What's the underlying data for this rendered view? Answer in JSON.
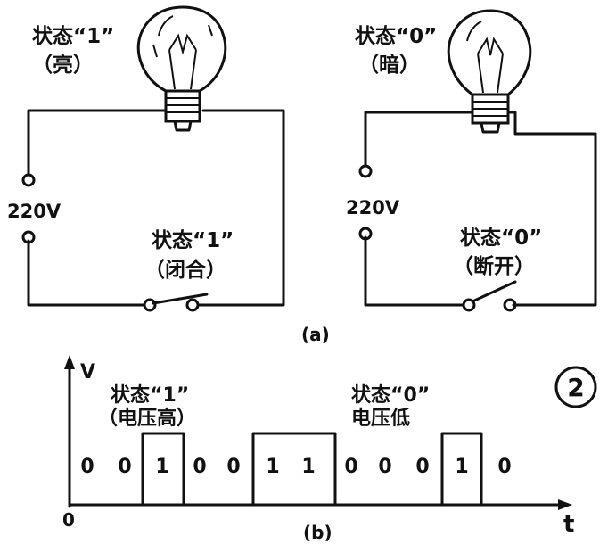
{
  "colors": {
    "ink": "#111111",
    "background": "#ffffff"
  },
  "circuit_left": {
    "lamp_state": "状态“1”",
    "lamp_desc": "（亮）",
    "voltage": "220V",
    "switch_state": "状态“1”",
    "switch_desc": "（闭合）"
  },
  "circuit_right": {
    "lamp_state": "状态“0”",
    "lamp_desc": "（暗）",
    "voltage": "220V",
    "switch_state": "状态“0”",
    "switch_desc": "（断开）"
  },
  "caption_a": "(a)",
  "caption_b": "(b)",
  "figure_number": "2",
  "waveform": {
    "y_axis_label": "V",
    "x_axis_label": "t",
    "origin_label": "0",
    "high_note_state": "状态“1”",
    "high_note_desc": "（电压高）",
    "low_note_state": "状态“0”",
    "low_note_desc": "电压低",
    "bits": [
      "0",
      "0",
      "1",
      "0",
      "0",
      "1",
      "1",
      "0",
      "0",
      "0",
      "1",
      "0"
    ]
  }
}
